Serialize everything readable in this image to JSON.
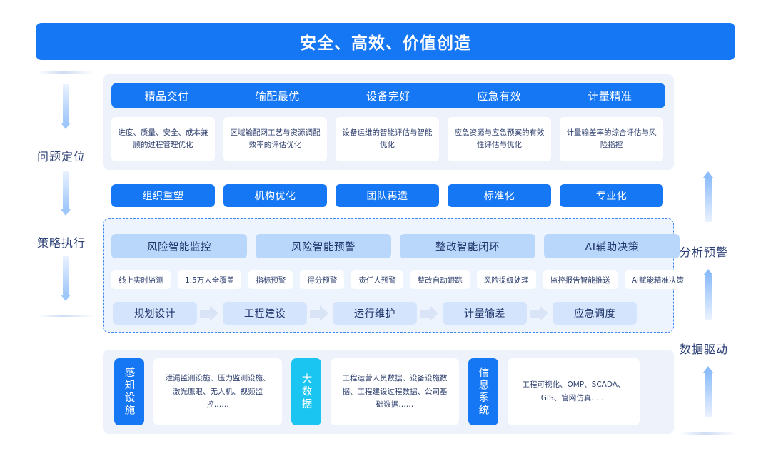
{
  "header": {
    "title": "安全、高效、价值创造"
  },
  "rails": {
    "left": [
      {
        "label": "问题定位"
      },
      {
        "label": "策略执行"
      }
    ],
    "right": [
      {
        "label": "分析预警"
      },
      {
        "label": "数据驱动"
      }
    ]
  },
  "goal_section": {
    "headers": [
      "精品交付",
      "输配最优",
      "设备完好",
      "应急有效",
      "计量精准"
    ],
    "descriptions": [
      "进度、质量、安全、成本兼顾的过程管理优化",
      "区域输配网工艺与资源调配效率的评估优化",
      "设备运维的智能评估与智能优化",
      "应急资源与应急预案的有效性评估与优化",
      "计量输差率的综合评估与风险指控"
    ]
  },
  "strategy_section": {
    "pills": [
      "组织重塑",
      "机构优化",
      "团队再造",
      "标准化",
      "专业化"
    ]
  },
  "capability_section": {
    "groups": [
      {
        "title": "风险智能监控",
        "tags": [
          "线上实时监测",
          "1.5万人全覆盖"
        ]
      },
      {
        "title": "风险智能预警",
        "tags": [
          "指标预警",
          "得分预警",
          "责任人预警"
        ]
      },
      {
        "title": "整改智能闭环",
        "tags": [
          "整改自动跟踪",
          "风险提级处理"
        ]
      },
      {
        "title": "AI辅助决策",
        "tags": [
          "监控报告智能推送",
          "AI赋能精准决策"
        ]
      }
    ],
    "flow": [
      "规划设计",
      "工程建设",
      "运行维护",
      "计量输差",
      "应急调度"
    ]
  },
  "data_section": {
    "sources": [
      {
        "tab": "感知设施",
        "tab_color": "#1677f5",
        "body": "泄漏监测设施、压力监测设施、激光鹰眼、无人机、视频监控……"
      },
      {
        "tab": "大数据",
        "tab_color": "#1ac5f2",
        "body": "工程运营人员数据、设备设施数据、工程建设过程数据、公司基础数据……"
      },
      {
        "tab": "信息系统",
        "tab_color": "#1677f5",
        "body": "工程可视化、OMP、SCADA、GIS、管网仿真……"
      }
    ]
  },
  "colors": {
    "brand_blue": "#1677f5",
    "cyan": "#1ac5f2",
    "panel_bg": "#eef2fb",
    "light_blue_card": "#b9d6fb",
    "flow_card": "#d3e4fc",
    "text_navy": "#2e3f6e"
  }
}
